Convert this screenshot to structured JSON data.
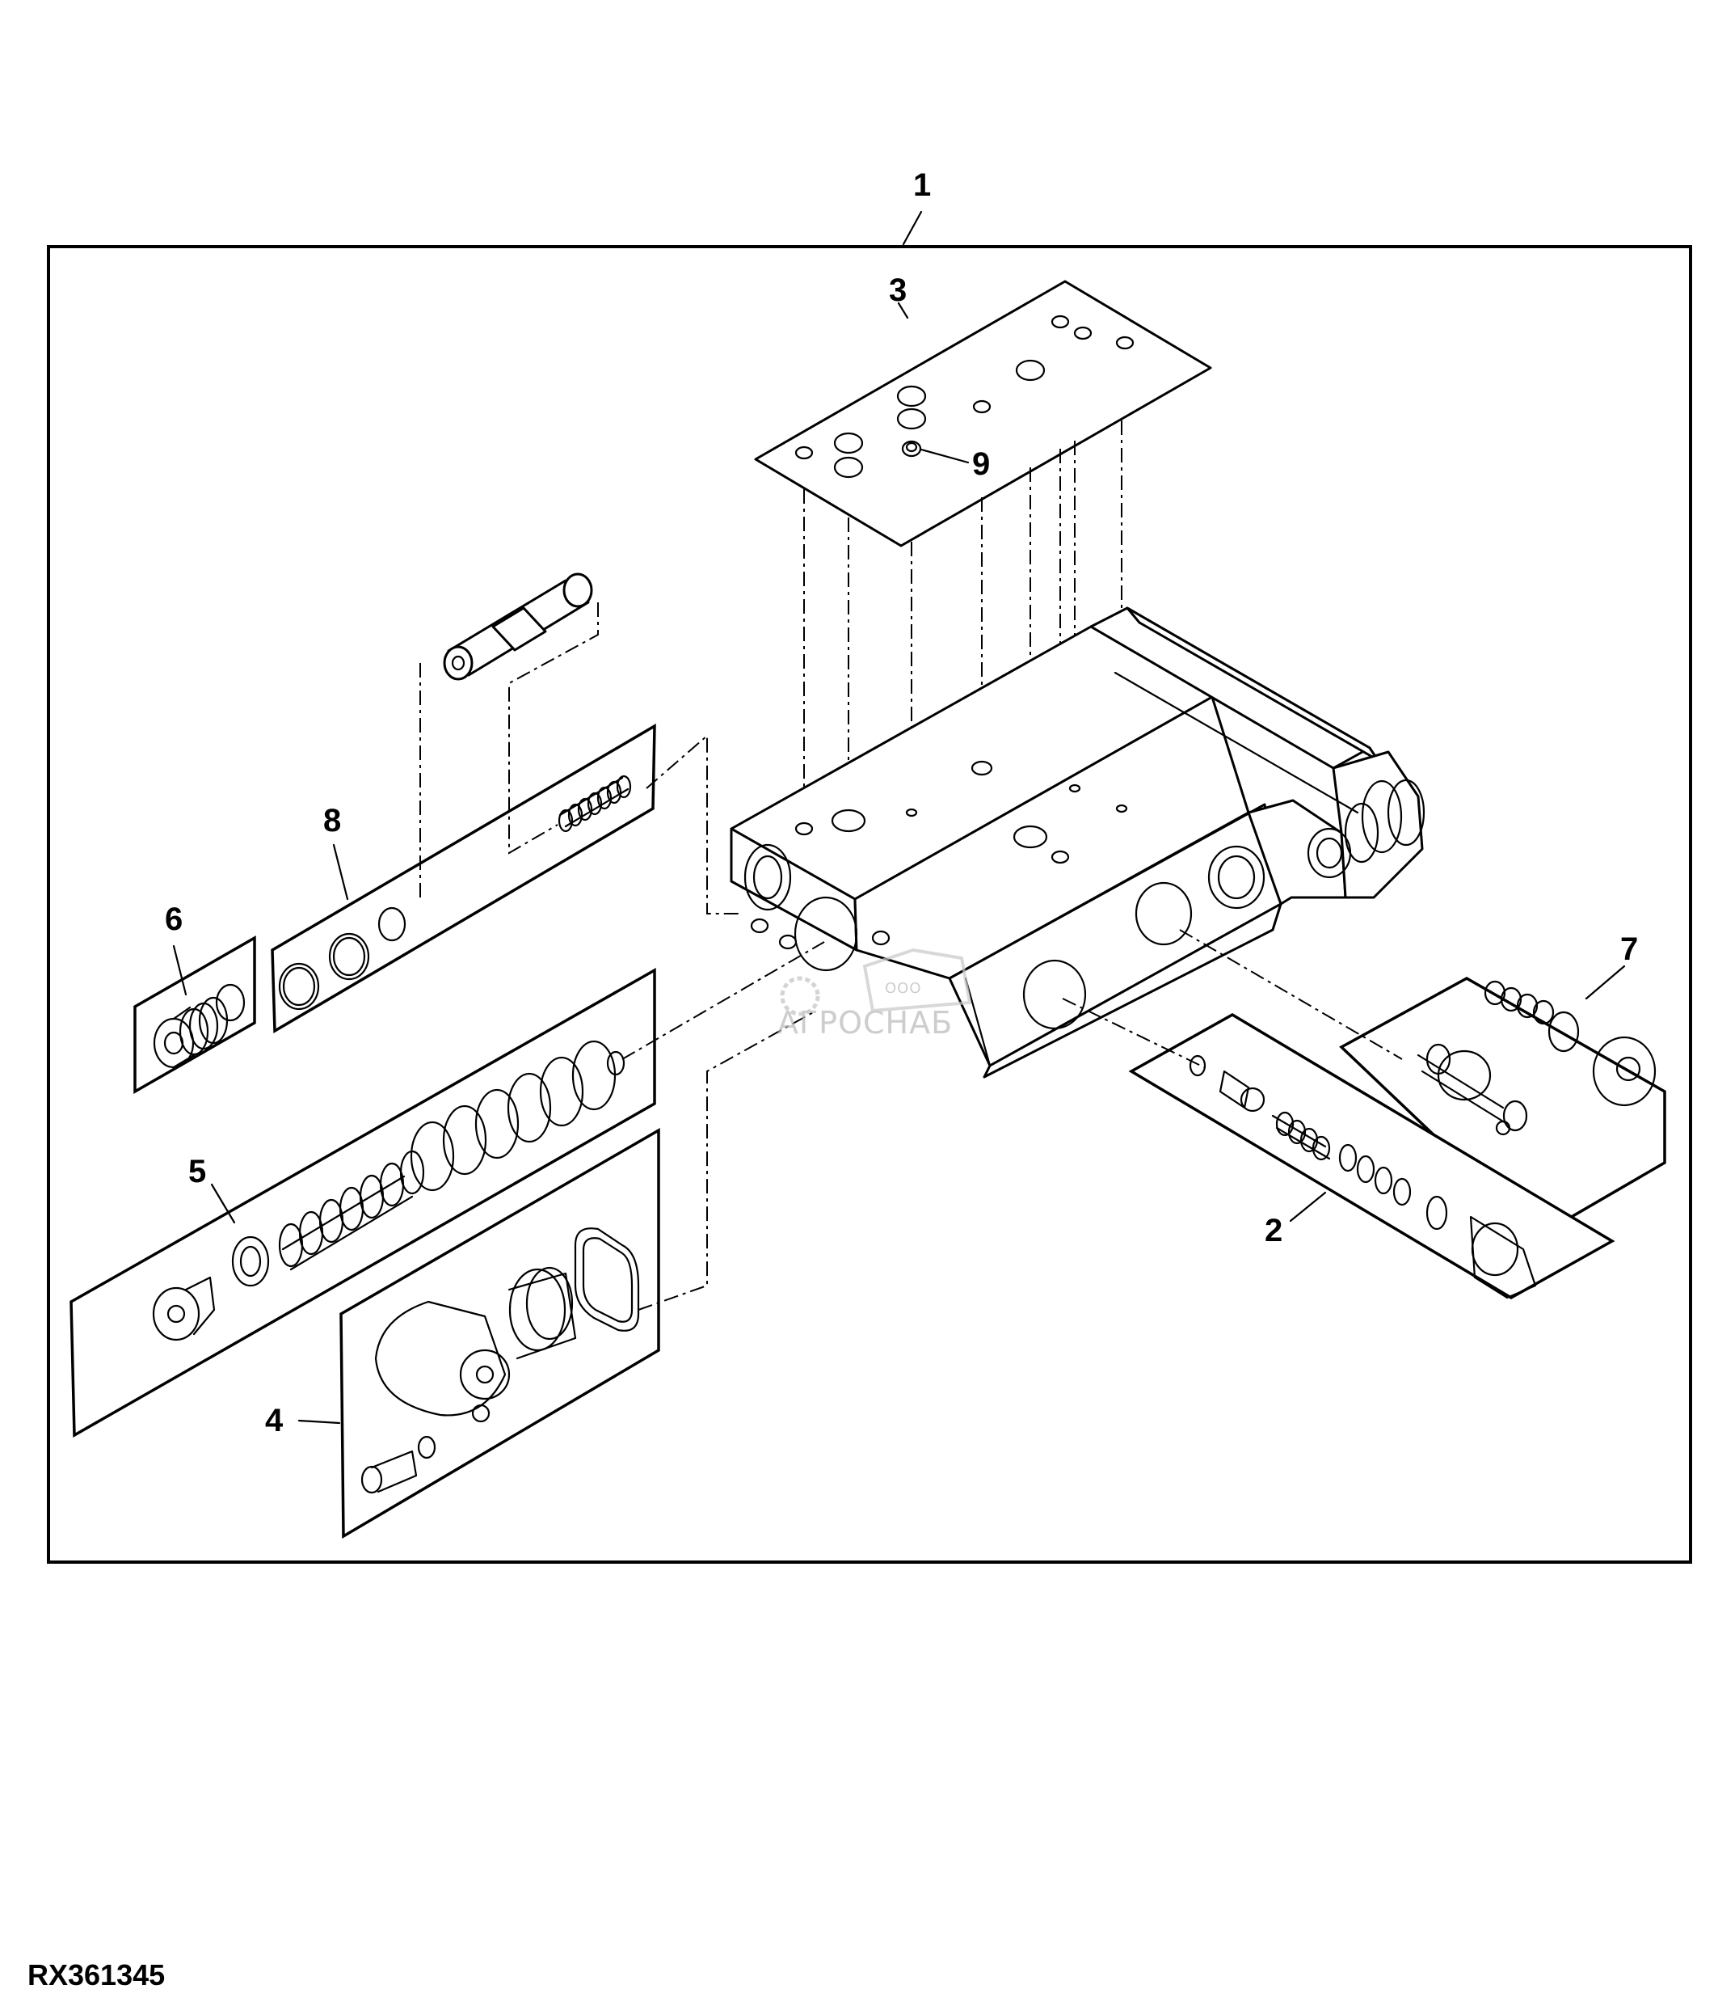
{
  "figure_id": "RX361345",
  "callouts": {
    "c1": "1",
    "c2": "2",
    "c3": "3",
    "c4": "4",
    "c5": "5",
    "c6": "6",
    "c7": "7",
    "c8": "8",
    "c9": "9"
  },
  "watermark": {
    "small": "ООО",
    "brand": "АГРОСНАБ"
  }
}
